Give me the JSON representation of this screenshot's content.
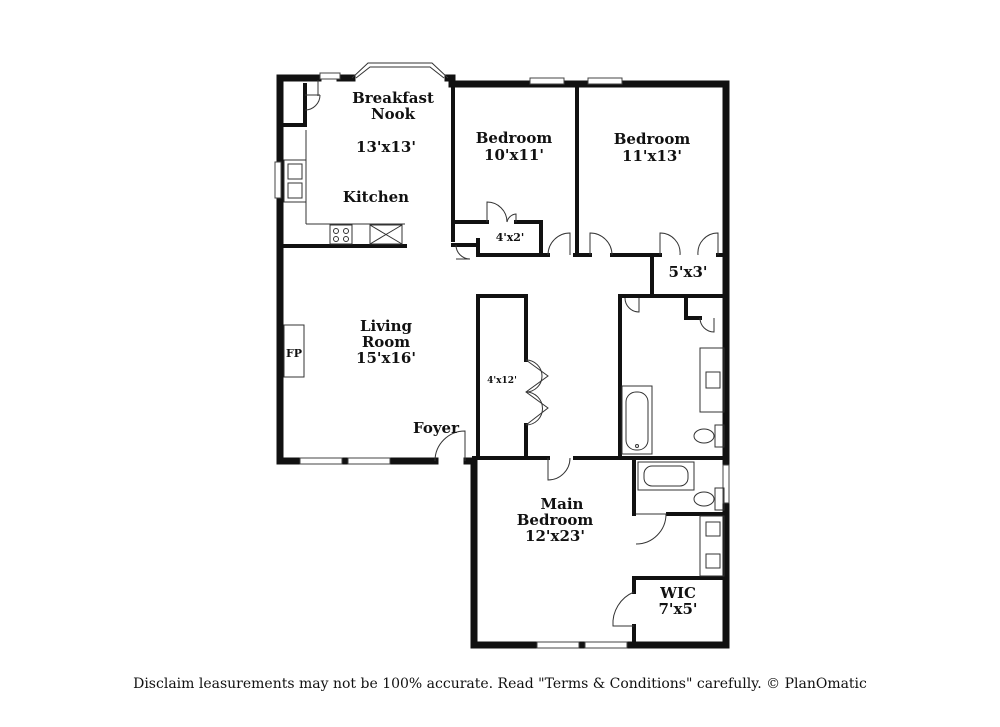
{
  "rooms": {
    "breakfast_nook": {
      "name_line1": "Breakfast",
      "name_line2": "Nook",
      "size": "13'x13'"
    },
    "kitchen": {
      "name": "Kitchen"
    },
    "bedroom_1": {
      "name": "Bedroom",
      "size": "10'x11'"
    },
    "bedroom_2": {
      "name": "Bedroom",
      "size": "11'x13'"
    },
    "closet_small": {
      "size": "4'x2'"
    },
    "closet_bed2": {
      "size": "5'x3'"
    },
    "living_room": {
      "name_line1": "Living",
      "name_line2": "Room",
      "size": "15'x16'"
    },
    "fireplace": {
      "label": "FP"
    },
    "hall_closet": {
      "size": "4'x12'"
    },
    "foyer": {
      "name": "Foyer"
    },
    "main_bedroom": {
      "name_line1": "Main",
      "name_line2": "Bedroom",
      "size": "12'x23'"
    },
    "wic": {
      "name": "WIC",
      "size": "7'x5'"
    }
  },
  "disclaimer": "Disclaim      leasurements may not be 100% accurate. Read \"Terms & Conditions\" carefully. © PlanOmatic"
}
